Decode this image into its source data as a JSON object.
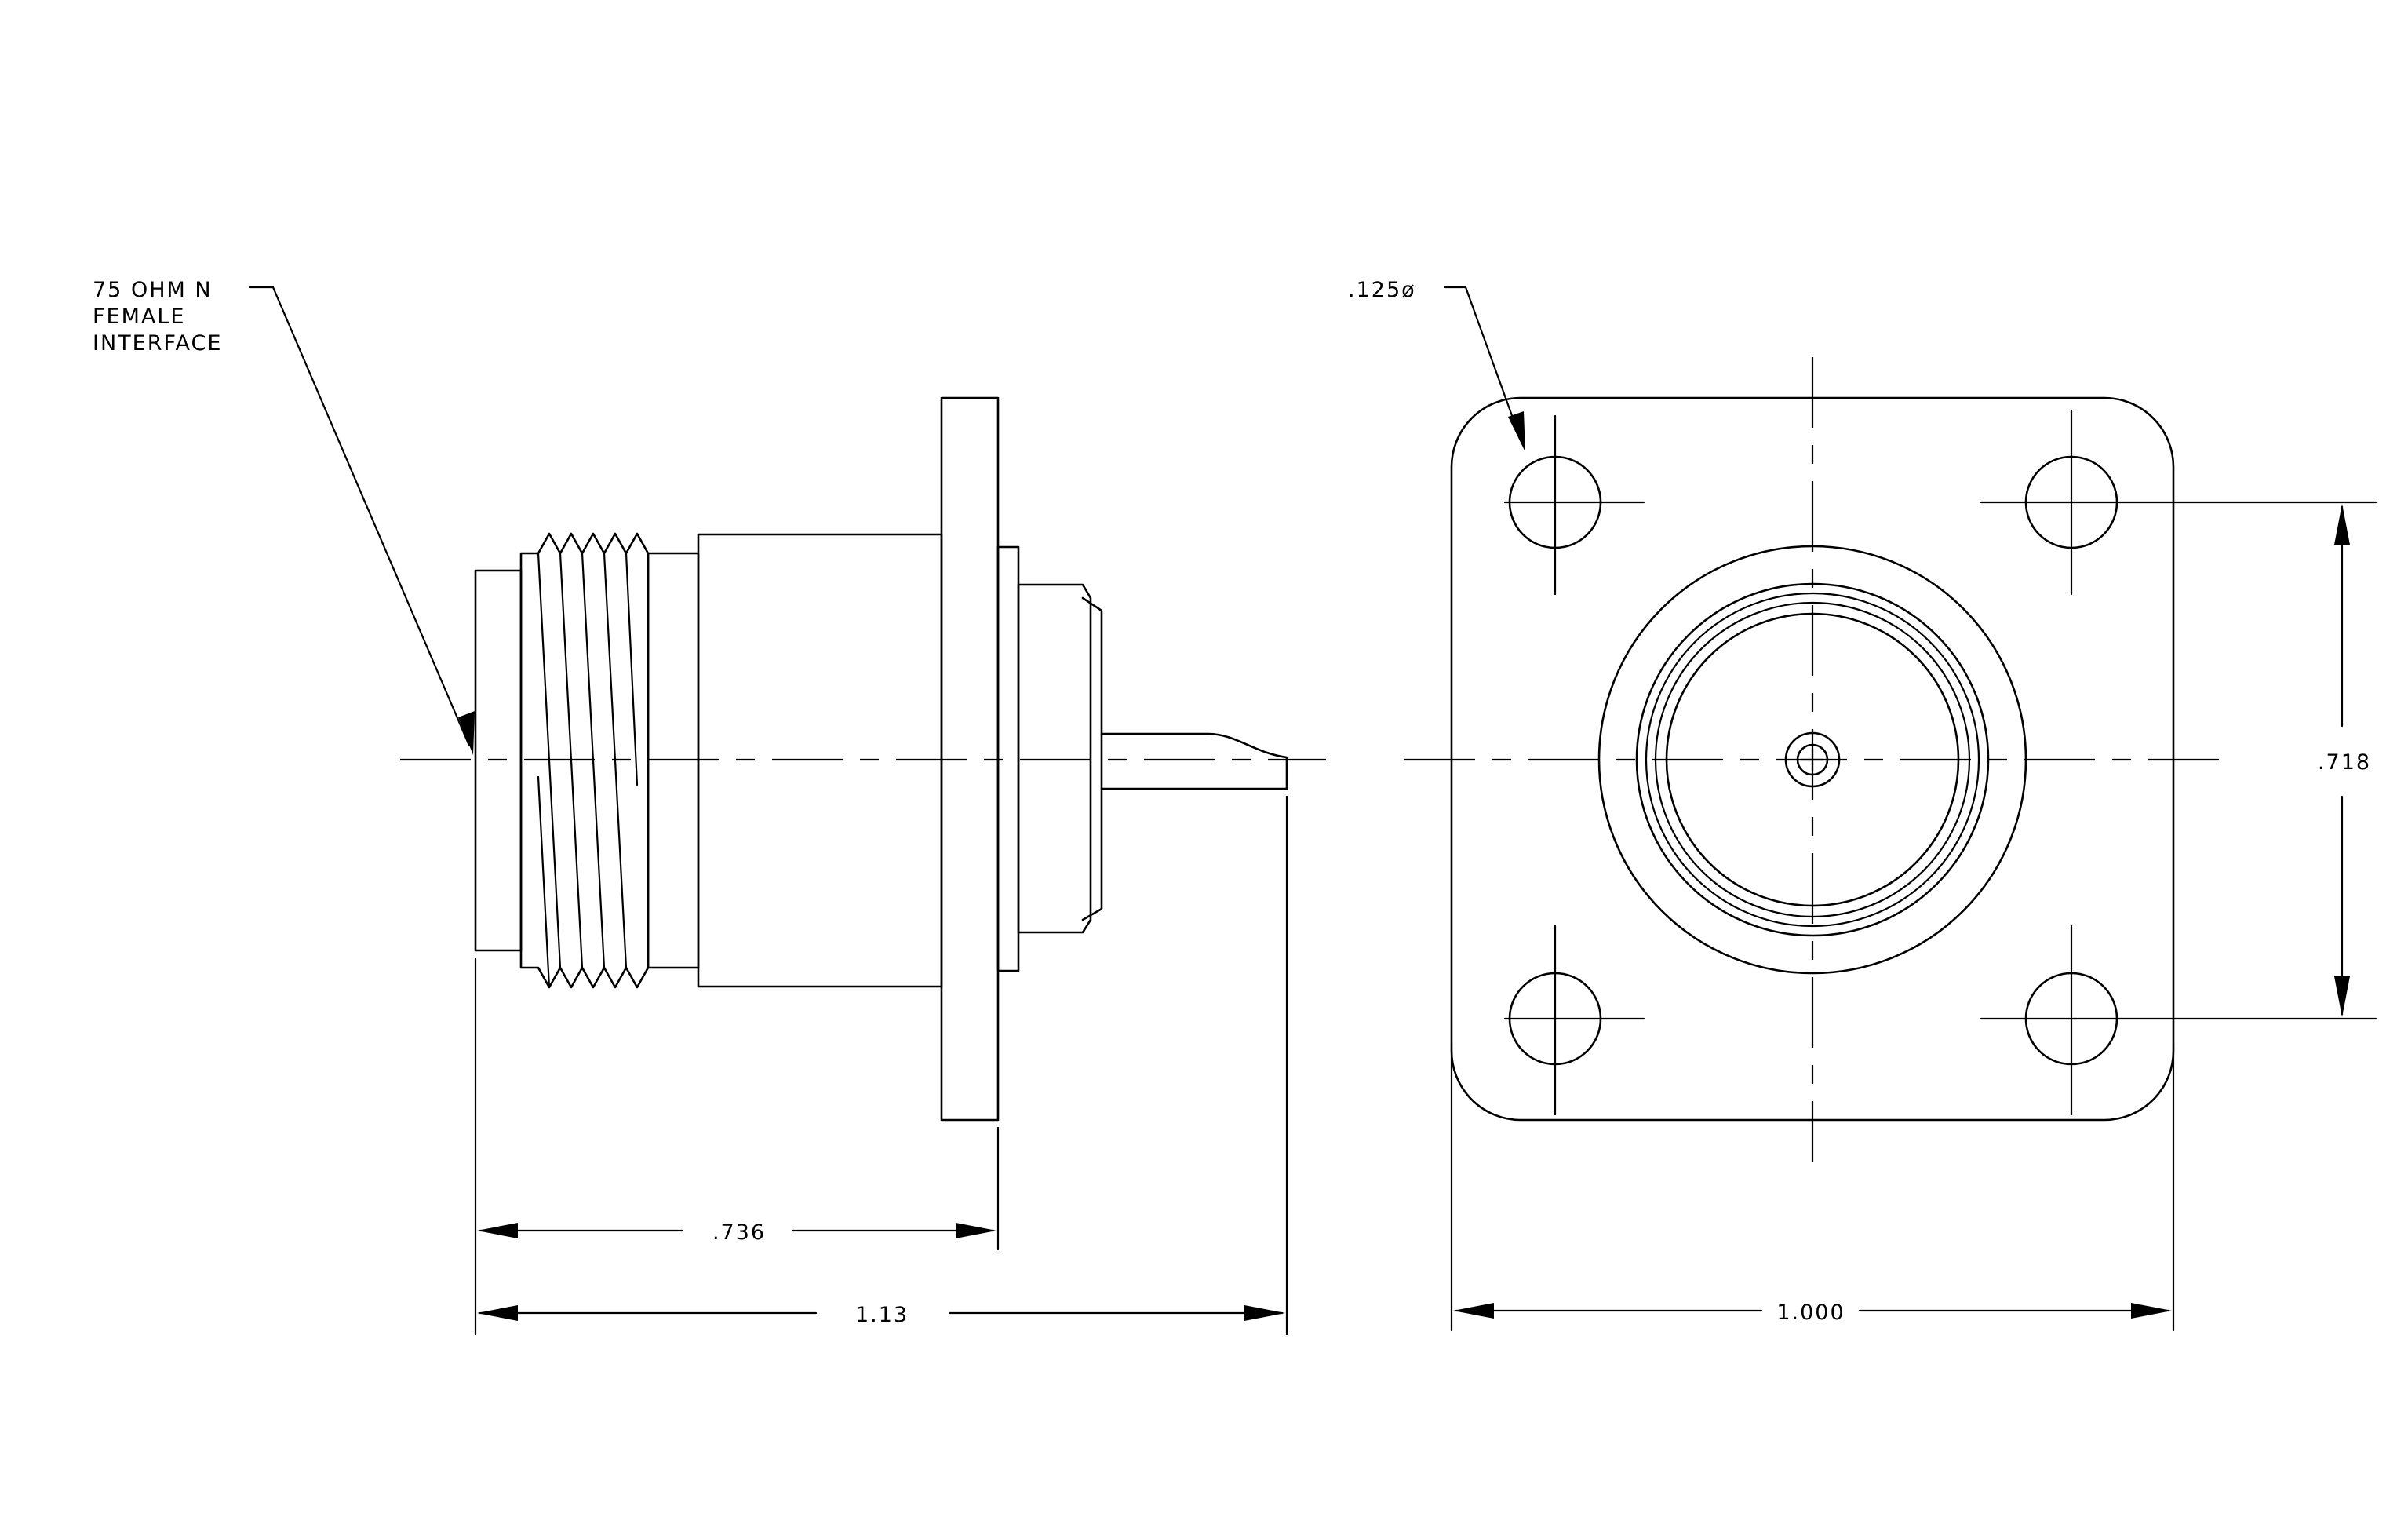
{
  "callouts": {
    "interface": [
      "75 OHM N",
      "FEMALE",
      "INTERFACE"
    ],
    "hole": ".125ø"
  },
  "dimensions": {
    "flange_length": ".736",
    "overall_length": "1.13",
    "flange_width": "1.000",
    "hole_spacing": ".718"
  }
}
